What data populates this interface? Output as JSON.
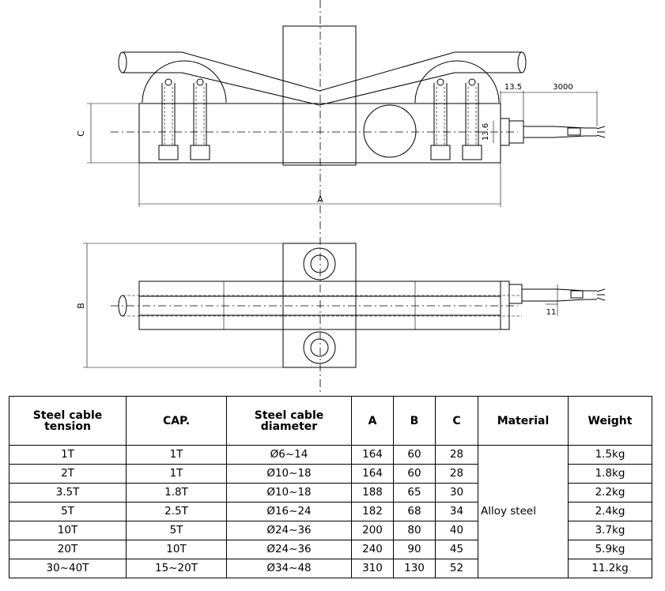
{
  "drawing": {
    "dim_labels": {
      "A": "A",
      "B": "B",
      "C": "C",
      "cable_length": "3000",
      "offset": "13.5",
      "gland_diameter": "13.6",
      "gland_width": "11"
    }
  },
  "table": {
    "headers": [
      "Steel cable tension",
      "CAP.",
      "Steel cable diameter",
      "A",
      "B",
      "C",
      "Material",
      "Weight"
    ],
    "rows": [
      [
        "1T",
        "1T",
        "Ø6~14",
        "164",
        "60",
        "28",
        "1.5kg"
      ],
      [
        "2T",
        "1T",
        "Ø10~18",
        "164",
        "60",
        "28",
        "1.8kg"
      ],
      [
        "3.5T",
        "1.8T",
        "Ø10~18",
        "188",
        "65",
        "30",
        "2.2kg"
      ],
      [
        "5T",
        "2.5T",
        "Ø16~24",
        "182",
        "68",
        "34",
        "2.4kg"
      ],
      [
        "10T",
        "5T",
        "Ø24~36",
        "200",
        "80",
        "40",
        "3.7kg"
      ],
      [
        "20T",
        "10T",
        "Ø24~36",
        "240",
        "90",
        "45",
        "5.9kg"
      ],
      [
        "30~40T",
        "15~20T",
        "Ø34~48",
        "310",
        "130",
        "52",
        "11.2kg"
      ]
    ],
    "material": "Alloy steel"
  }
}
